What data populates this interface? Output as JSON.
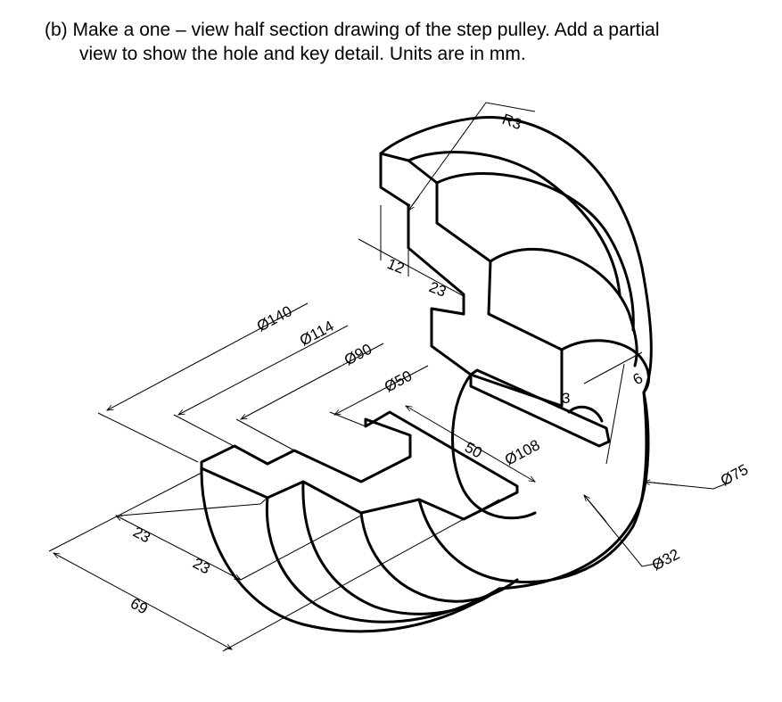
{
  "question": {
    "line1": "(b) Make a one – view half section drawing of the step pulley. Add a partial",
    "line2": "view to show the hole and key detail. Units are in mm."
  },
  "dimensions": {
    "r3": "R3",
    "d12": "12",
    "d23_top": "23",
    "d140": "Ø140",
    "d114": "Ø114",
    "d90": "Ø90",
    "d50": "Ø50",
    "d50_len": "50",
    "d108": "Ø108",
    "d3": "3",
    "d6": "6",
    "d75": "Ø75",
    "d32": "Ø32",
    "d23_a": "23",
    "d23_b": "23",
    "d69": "69"
  }
}
